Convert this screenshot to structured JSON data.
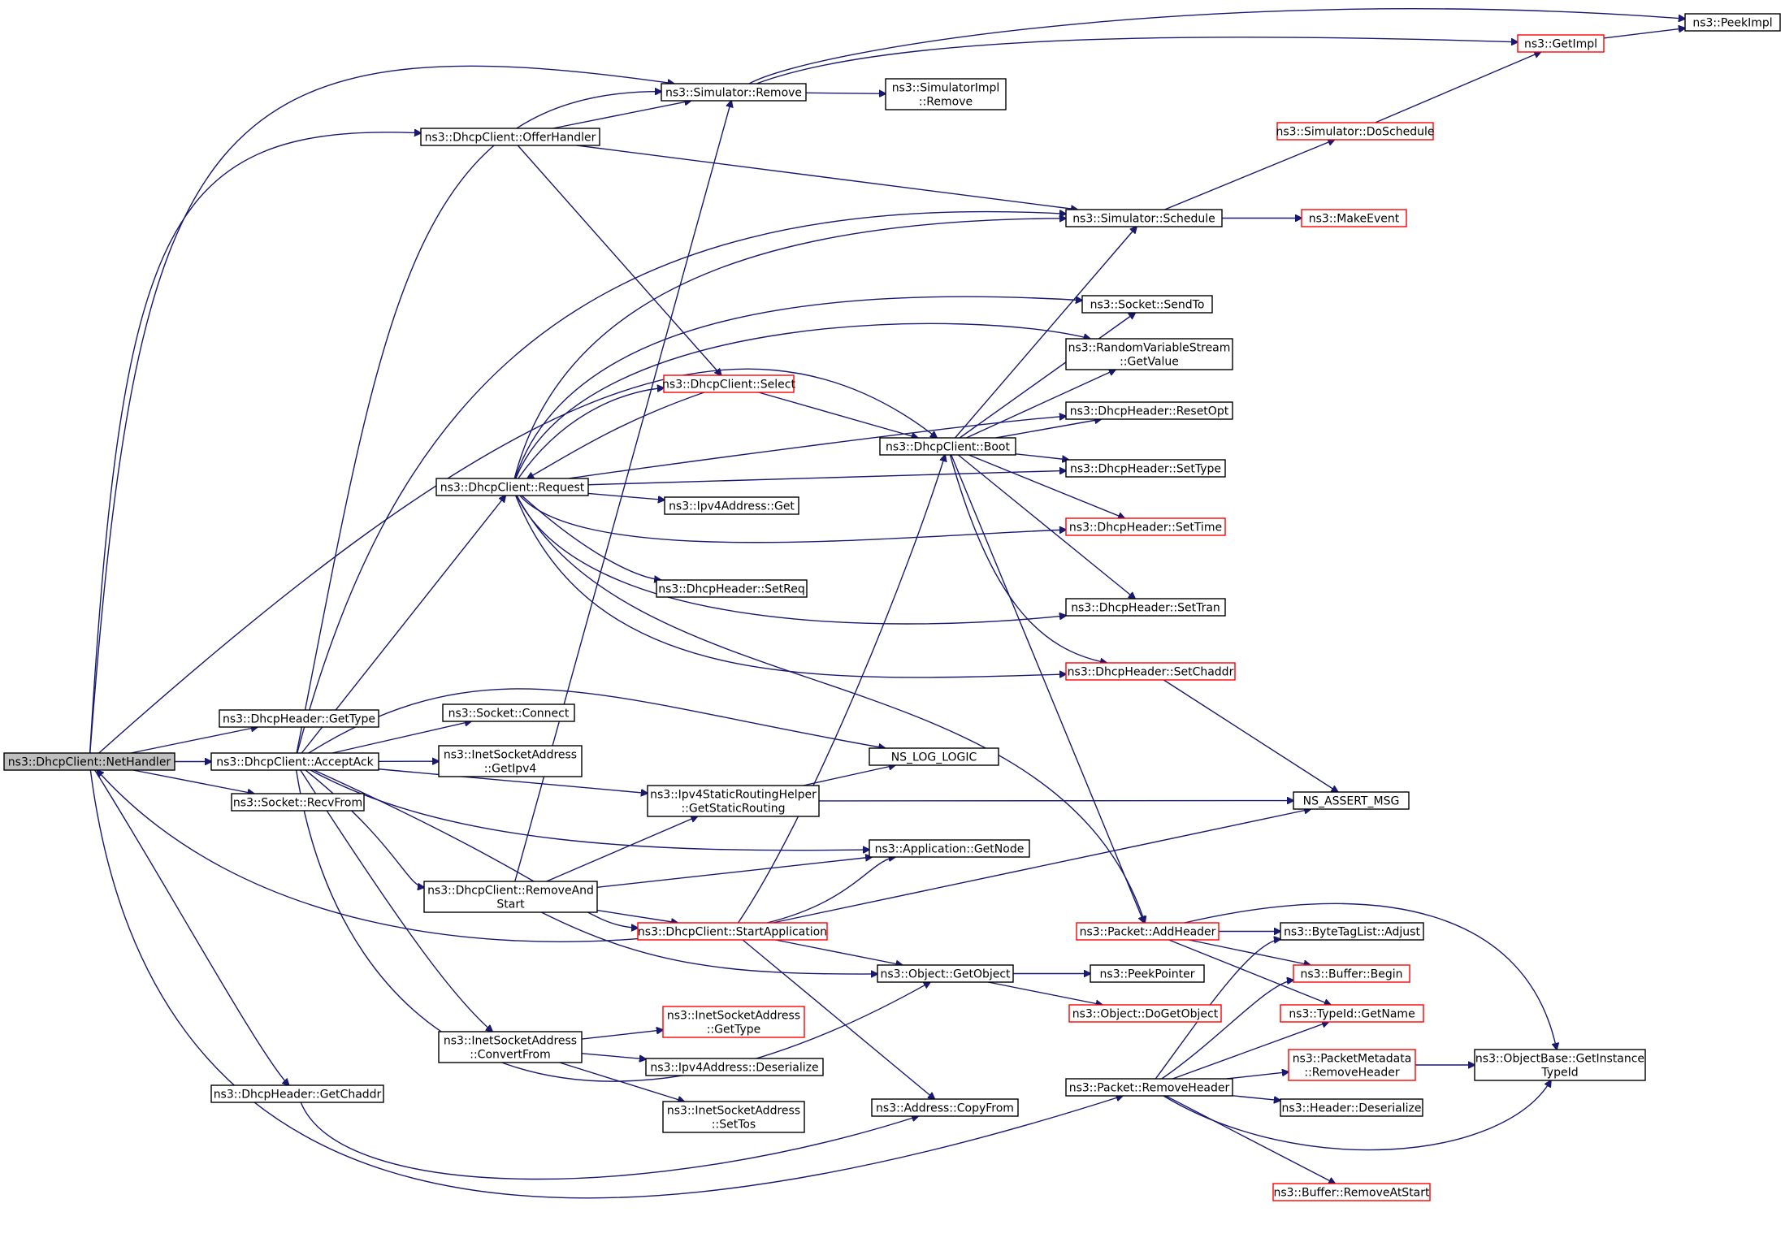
{
  "colors": {
    "edge": "#191970",
    "focus_fill": "#bfbfbf",
    "normal_border": "#000000",
    "truncated_border": "#ff0000"
  },
  "nodes": [
    {
      "id": "netHandler",
      "lines": [
        "ns3::DhcpClient::NetHandler"
      ],
      "style": "focus"
    },
    {
      "id": "getTypeHdr",
      "lines": [
        "ns3::DhcpHeader::GetType"
      ],
      "style": "normal"
    },
    {
      "id": "acceptAck",
      "lines": [
        "ns3::DhcpClient::AcceptAck"
      ],
      "style": "normal"
    },
    {
      "id": "recvFrom",
      "lines": [
        "ns3::Socket::RecvFrom"
      ],
      "style": "normal"
    },
    {
      "id": "getChaddr",
      "lines": [
        "ns3::DhcpHeader::GetChaddr"
      ],
      "style": "normal"
    },
    {
      "id": "offerHandler",
      "lines": [
        "ns3::DhcpClient::OfferHandler"
      ],
      "style": "normal"
    },
    {
      "id": "simRemove",
      "lines": [
        "ns3::Simulator::Remove"
      ],
      "style": "normal"
    },
    {
      "id": "simImplRemove",
      "lines": [
        "ns3::SimulatorImpl",
        "::Remove"
      ],
      "style": "normal"
    },
    {
      "id": "peekImpl",
      "lines": [
        "ns3::PeekImpl"
      ],
      "style": "normal"
    },
    {
      "id": "getImpl",
      "lines": [
        "ns3::GetImpl"
      ],
      "style": "truncated"
    },
    {
      "id": "doSchedule",
      "lines": [
        "ns3::Simulator::DoSchedule"
      ],
      "style": "truncated"
    },
    {
      "id": "simSchedule",
      "lines": [
        "ns3::Simulator::Schedule"
      ],
      "style": "normal"
    },
    {
      "id": "makeEvent",
      "lines": [
        "ns3::MakeEvent"
      ],
      "style": "truncated"
    },
    {
      "id": "sendTo",
      "lines": [
        "ns3::Socket::SendTo"
      ],
      "style": "normal"
    },
    {
      "id": "rvsGetValue",
      "lines": [
        "ns3::RandomVariableStream",
        "::GetValue"
      ],
      "style": "normal"
    },
    {
      "id": "select",
      "lines": [
        "ns3::DhcpClient::Select"
      ],
      "style": "truncated"
    },
    {
      "id": "resetOpt",
      "lines": [
        "ns3::DhcpHeader::ResetOpt"
      ],
      "style": "normal"
    },
    {
      "id": "boot",
      "lines": [
        "ns3::DhcpClient::Boot"
      ],
      "style": "normal"
    },
    {
      "id": "request",
      "lines": [
        "ns3::DhcpClient::Request"
      ],
      "style": "normal"
    },
    {
      "id": "setType",
      "lines": [
        "ns3::DhcpHeader::SetType"
      ],
      "style": "normal"
    },
    {
      "id": "ipv4Get",
      "lines": [
        "ns3::Ipv4Address::Get"
      ],
      "style": "normal"
    },
    {
      "id": "setTime",
      "lines": [
        "ns3::DhcpHeader::SetTime"
      ],
      "style": "truncated"
    },
    {
      "id": "setReq",
      "lines": [
        "ns3::DhcpHeader::SetReq"
      ],
      "style": "normal"
    },
    {
      "id": "setTran",
      "lines": [
        "ns3::DhcpHeader::SetTran"
      ],
      "style": "normal"
    },
    {
      "id": "setChaddr",
      "lines": [
        "ns3::DhcpHeader::SetChaddr"
      ],
      "style": "truncated"
    },
    {
      "id": "connect",
      "lines": [
        "ns3::Socket::Connect"
      ],
      "style": "normal"
    },
    {
      "id": "getIpv4",
      "lines": [
        "ns3::InetSocketAddress",
        "::GetIpv4"
      ],
      "style": "normal"
    },
    {
      "id": "nsLogLogic",
      "lines": [
        "NS_LOG_LOGIC"
      ],
      "style": "normal"
    },
    {
      "id": "getStaticRouting",
      "lines": [
        "ns3::Ipv4StaticRoutingHelper",
        "::GetStaticRouting"
      ],
      "style": "normal"
    },
    {
      "id": "nsAssertMsg",
      "lines": [
        "NS_ASSERT_MSG"
      ],
      "style": "normal"
    },
    {
      "id": "appGetNode",
      "lines": [
        "ns3::Application::GetNode"
      ],
      "style": "normal"
    },
    {
      "id": "removeAndStart",
      "lines": [
        "ns3::DhcpClient::RemoveAnd",
        "Start"
      ],
      "style": "normal"
    },
    {
      "id": "startApp",
      "lines": [
        "ns3::DhcpClient::StartApplication"
      ],
      "style": "truncated"
    },
    {
      "id": "addHeader",
      "lines": [
        "ns3::Packet::AddHeader"
      ],
      "style": "truncated"
    },
    {
      "id": "byteTagAdjust",
      "lines": [
        "ns3::ByteTagList::Adjust"
      ],
      "style": "normal"
    },
    {
      "id": "getObject",
      "lines": [
        "ns3::Object::GetObject"
      ],
      "style": "normal"
    },
    {
      "id": "peekPointer",
      "lines": [
        "ns3::PeekPointer"
      ],
      "style": "normal"
    },
    {
      "id": "bufferBegin",
      "lines": [
        "ns3::Buffer::Begin"
      ],
      "style": "truncated"
    },
    {
      "id": "doGetObject",
      "lines": [
        "ns3::Object::DoGetObject"
      ],
      "style": "truncated"
    },
    {
      "id": "typeIdGetName",
      "lines": [
        "ns3::TypeId::GetName"
      ],
      "style": "truncated"
    },
    {
      "id": "isaGetType",
      "lines": [
        "ns3::InetSocketAddress",
        "::GetType"
      ],
      "style": "truncated"
    },
    {
      "id": "convertFrom",
      "lines": [
        "ns3::InetSocketAddress",
        "::ConvertFrom"
      ],
      "style": "normal"
    },
    {
      "id": "ipv4Deserialize",
      "lines": [
        "ns3::Ipv4Address::Deserialize"
      ],
      "style": "normal"
    },
    {
      "id": "pmRemoveHeader",
      "lines": [
        "ns3::PacketMetadata",
        "::RemoveHeader"
      ],
      "style": "truncated"
    },
    {
      "id": "getInstanceTypeId",
      "lines": [
        "ns3::ObjectBase::GetInstance",
        "TypeId"
      ],
      "style": "normal"
    },
    {
      "id": "pktRemoveHeader",
      "lines": [
        "ns3::Packet::RemoveHeader"
      ],
      "style": "normal"
    },
    {
      "id": "setTos",
      "lines": [
        "ns3::InetSocketAddress",
        "::SetTos"
      ],
      "style": "normal"
    },
    {
      "id": "addrCopyFrom",
      "lines": [
        "ns3::Address::CopyFrom"
      ],
      "style": "normal"
    },
    {
      "id": "hdrDeserialize",
      "lines": [
        "ns3::Header::Deserialize"
      ],
      "style": "normal"
    },
    {
      "id": "removeAtStart",
      "lines": [
        "ns3::Buffer::RemoveAtStart"
      ],
      "style": "truncated"
    }
  ]
}
